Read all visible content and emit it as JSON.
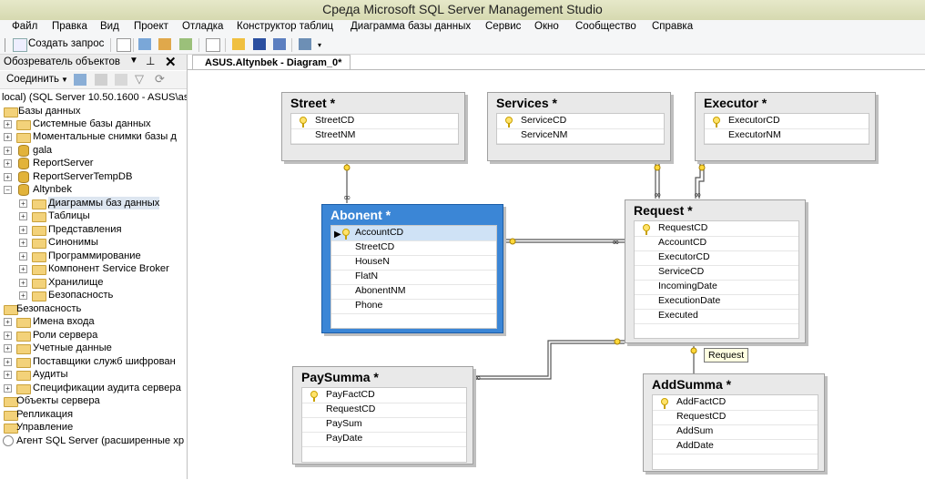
{
  "window": {
    "title": "Среда Microsoft SQL Server Management Studio"
  },
  "menu": [
    "Файл",
    "Правка",
    "Вид",
    "Проект",
    "Отладка",
    "Конструктор таблиц",
    "Диаграмма базы данных",
    "Сервис",
    "Окно",
    "Сообщество",
    "Справка"
  ],
  "toolbar": {
    "new_query": "Создать запрос"
  },
  "object_explorer": {
    "title": "Обозреватель объектов",
    "connect": "Соединить",
    "tree": [
      "local) (SQL Server 10.50.1600 - ASUS\\as",
      "Базы данных",
      "Системные базы данных",
      "Моментальные снимки базы д",
      "gala",
      "ReportServer",
      "ReportServerTempDB",
      "Altynbek",
      "Диаграммы баз данных",
      "Таблицы",
      "Представления",
      "Синонимы",
      "Программирование",
      "Компонент Service Broker",
      "Хранилище",
      "Безопасность",
      "Безопасность",
      "Имена входа",
      "Роли сервера",
      "Учетные данные",
      "Поставщики служб шифрован",
      "Аудиты",
      "Спецификации аудита сервера",
      "Объекты сервера",
      "Репликация",
      "Управление",
      "Агент SQL Server (расширенные хр"
    ]
  },
  "document_tab": "ASUS.Altynbek - Diagram_0*",
  "tables": {
    "street": {
      "name": "Street *",
      "columns": [
        "StreetCD",
        "StreetNM"
      ]
    },
    "services": {
      "name": "Services *",
      "columns": [
        "ServiceCD",
        "ServiceNM"
      ]
    },
    "executor": {
      "name": "Executor *",
      "columns": [
        "ExecutorCD",
        "ExecutorNM"
      ]
    },
    "abonent": {
      "name": "Abonent *",
      "columns": [
        "AccountCD",
        "StreetCD",
        "HouseN",
        "FlatN",
        "AbonentNM",
        "Phone"
      ]
    },
    "request": {
      "name": "Request *",
      "columns": [
        "RequestCD",
        "AccountCD",
        "ExecutorCD",
        "ServiceCD",
        "IncomingDate",
        "ExecutionDate",
        "Executed"
      ]
    },
    "paysumma": {
      "name": "PaySumma *",
      "columns": [
        "PayFactCD",
        "RequestCD",
        "PaySum",
        "PayDate"
      ]
    },
    "addsumma": {
      "name": "AddSumma *",
      "columns": [
        "AddFactCD",
        "RequestCD",
        "AddSum",
        "AddDate"
      ]
    }
  },
  "tooltip": "Request",
  "colors": {
    "selected_table": "#3b86d6",
    "key": "#c9a100"
  }
}
